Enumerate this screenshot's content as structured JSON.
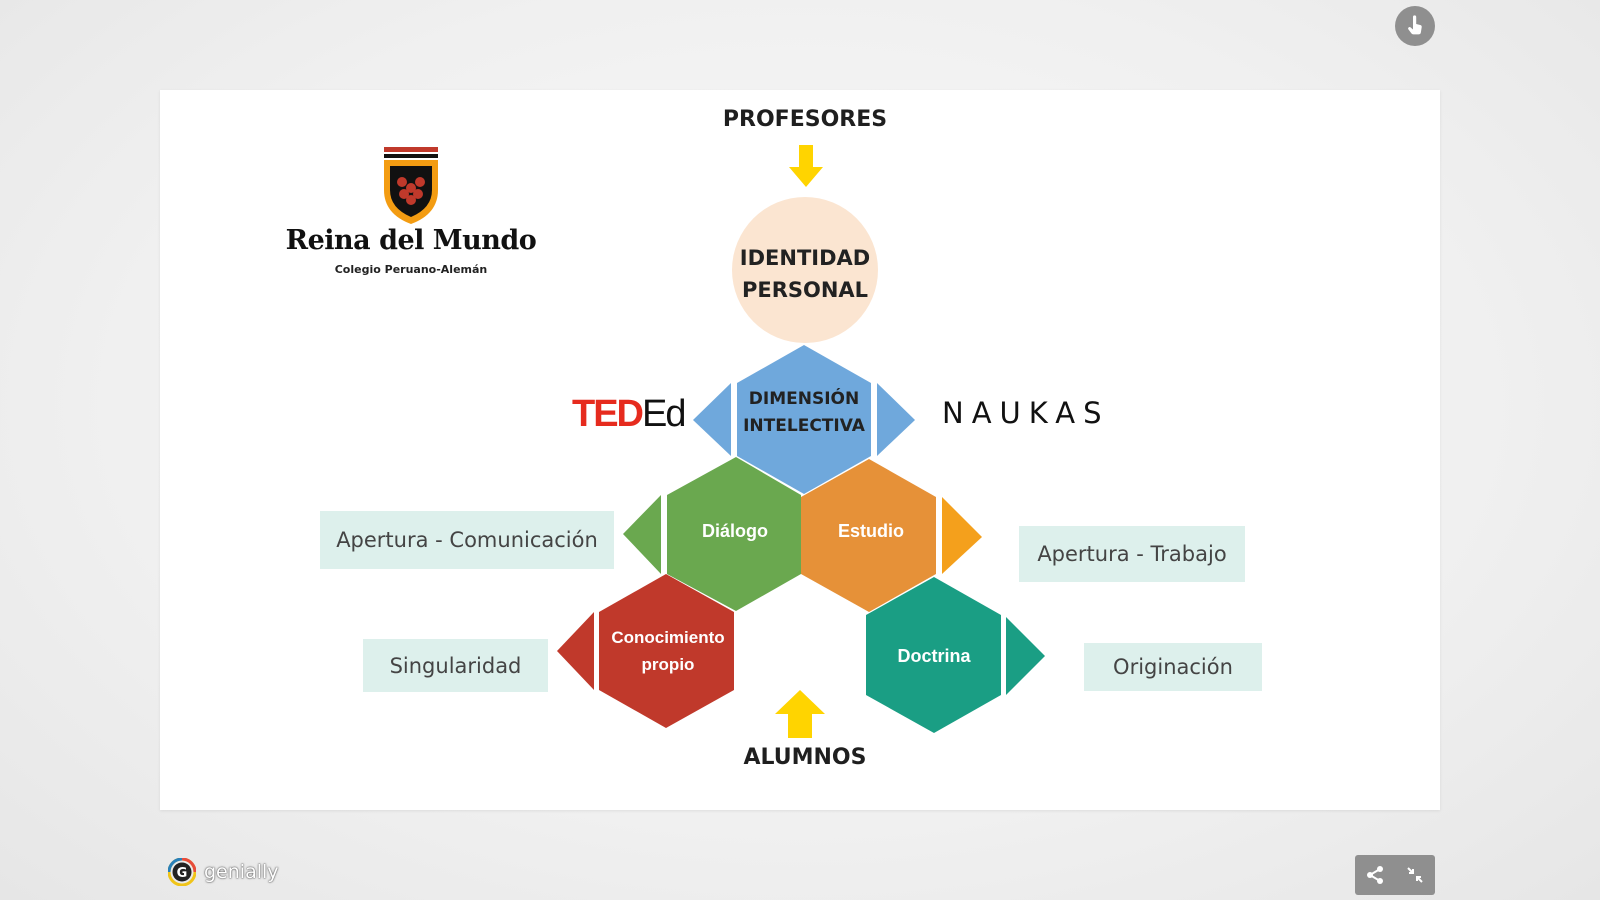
{
  "header": {
    "touch_icon": "hand-pointer-icon"
  },
  "slide": {
    "top_label": "PROFESORES",
    "bottom_label": "ALUMNOS",
    "logo": {
      "name": "Reina del Mundo",
      "subtitle": "Colegio Peruano-Alemán"
    },
    "partners": {
      "ted_a": "TED",
      "ted_b": "Ed",
      "naukas": "NAUKAS"
    },
    "nodes": {
      "identity": {
        "line1": "IDENTIDAD",
        "line2": "PERSONAL",
        "color": "#fbe5d1"
      },
      "intellective": {
        "line1": "DIMENSIÓN",
        "line2": "INTELECTIVA",
        "color": "#6fa8dc"
      },
      "dialogue": {
        "label": "Diálogo",
        "color": "#6aa84f"
      },
      "study": {
        "label": "Estudio",
        "color": "#e69138"
      },
      "self_knowledge": {
        "line1": "Conocimiento",
        "line2": "propio",
        "color": "#c0392b"
      },
      "doctrine": {
        "label": "Doctrina",
        "color": "#1a9e84"
      }
    },
    "boxes": {
      "openness_communication": "Apertura - Comunicación",
      "openness_work": "Apertura - Trabajo",
      "singularity": "Singularidad",
      "origination": "Originación"
    },
    "arrow_color": "#ffd400"
  },
  "footer": {
    "brand": "genially",
    "share_icon": "share-icon",
    "collapse_icon": "collapse-icon"
  }
}
